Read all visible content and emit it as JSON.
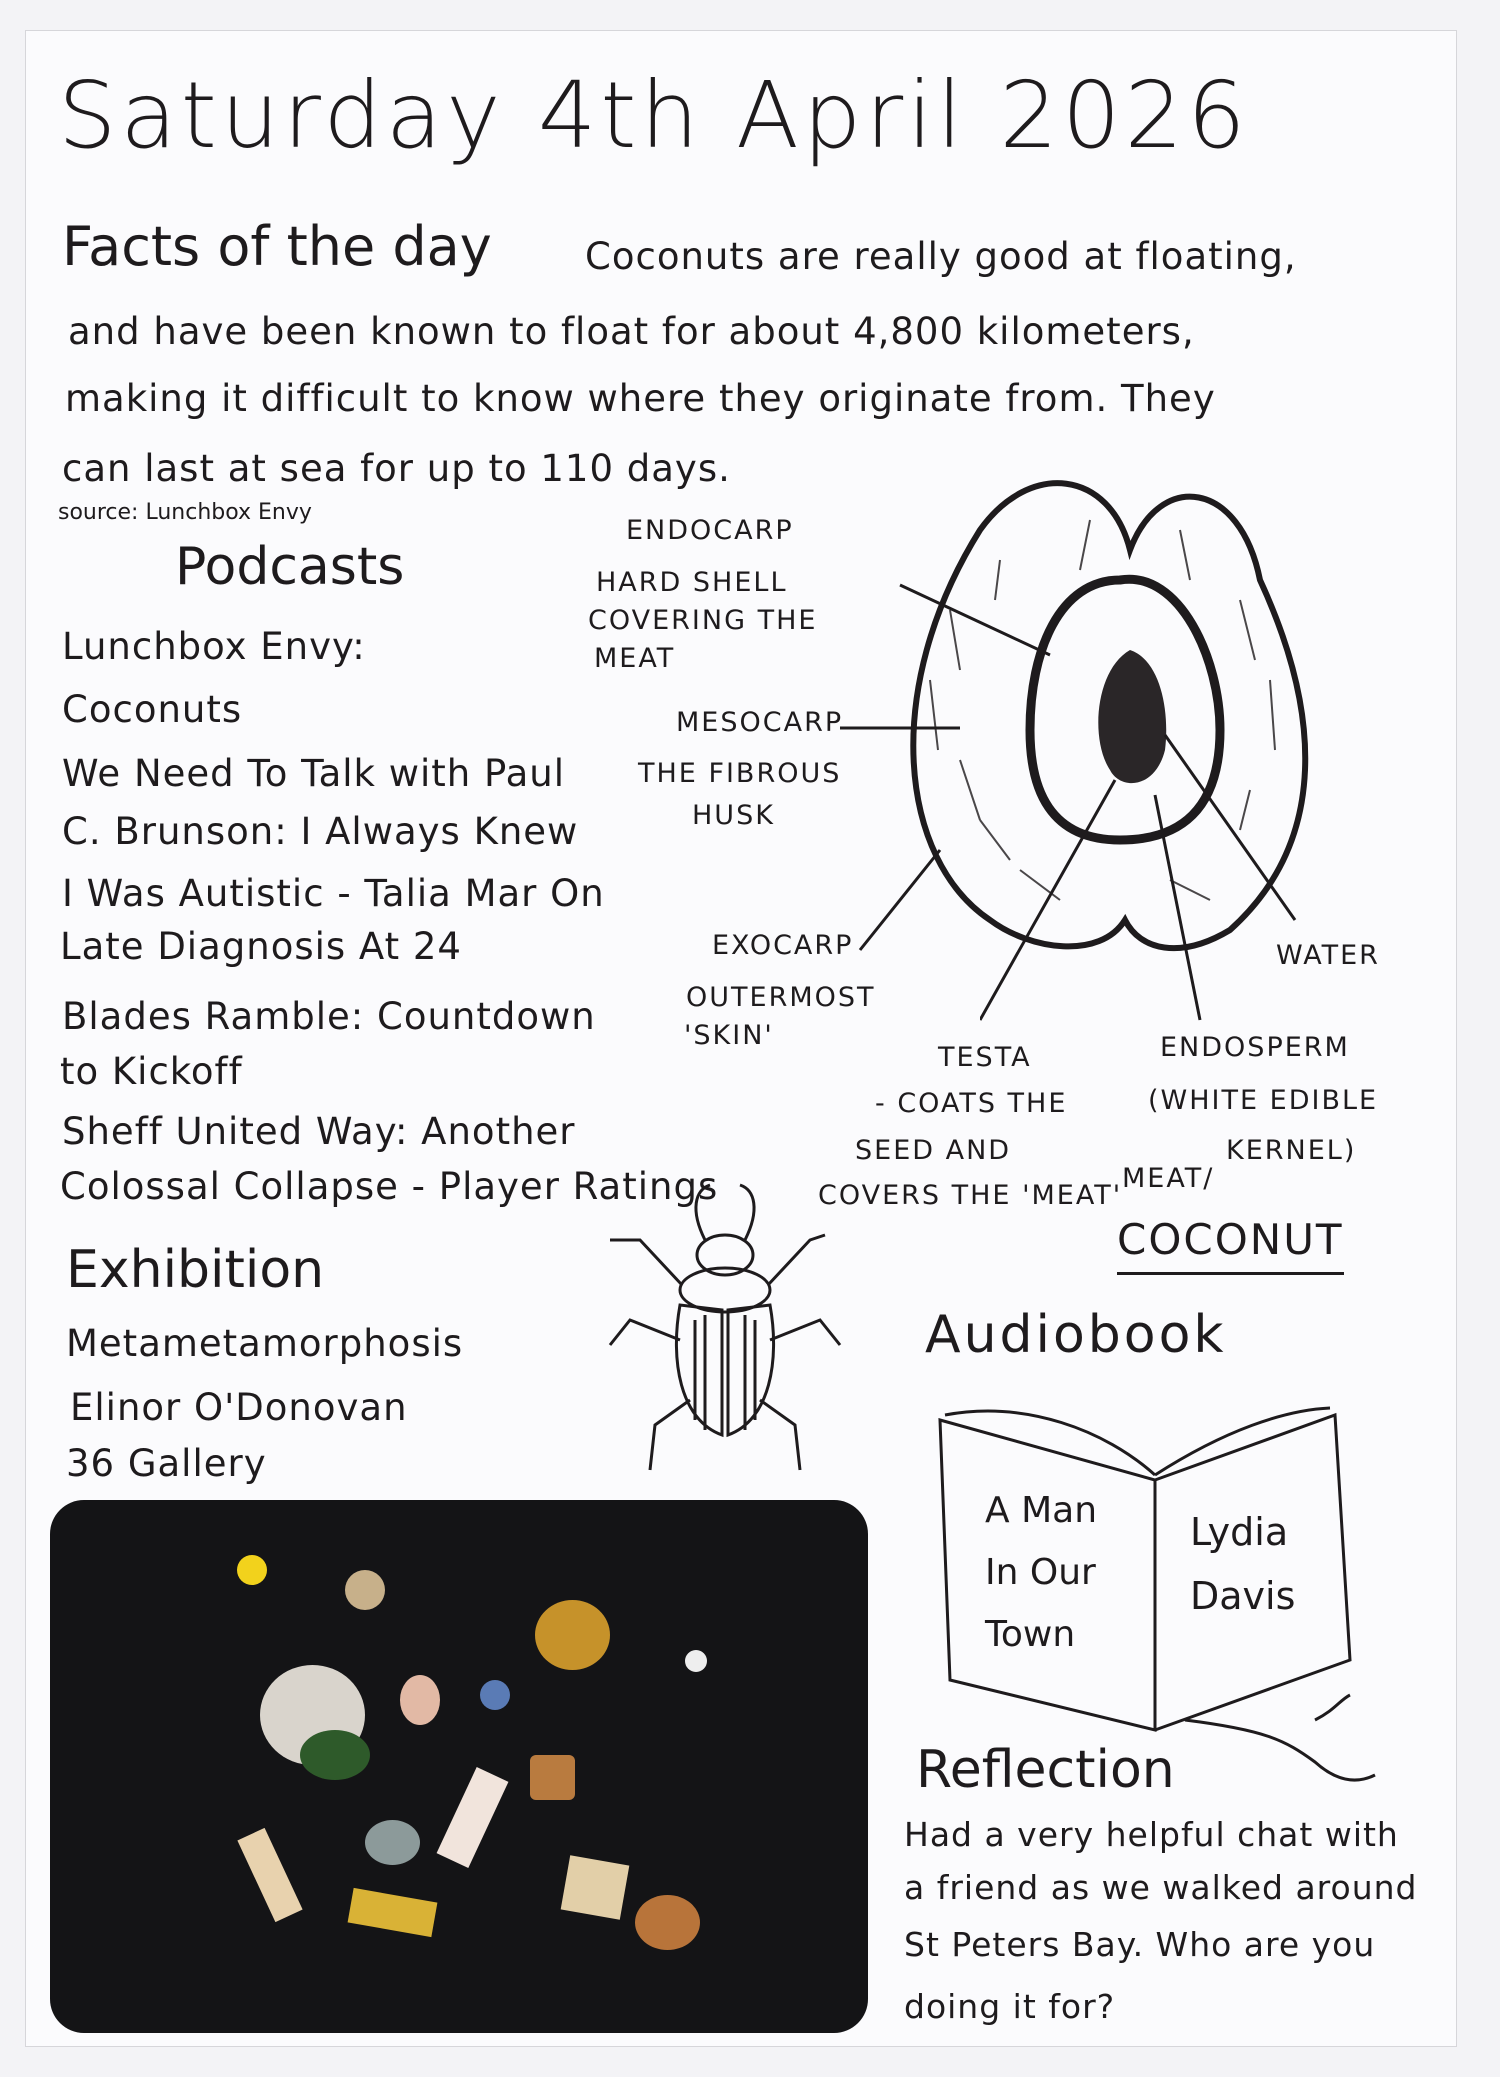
{
  "title": "Saturday 4th April 2026",
  "facts": {
    "heading": "Facts of the day",
    "lines": [
      "Coconuts are really good at floating,",
      "and have been known to float for about 4,800 kilometers,",
      "making it difficult to know where they originate from. They",
      "can last at sea for up to 110 days."
    ],
    "source": "source: Lunchbox Envy"
  },
  "podcasts": {
    "heading": "Podcasts",
    "lines": [
      "Lunchbox Envy:",
      "Coconuts",
      "We Need To Talk with Paul",
      "C. Brunson: I Always Knew",
      "I Was Autistic - Talia Mar On",
      "Late Diagnosis At 24",
      "Blades Ramble: Countdown",
      "to Kickoff",
      "Sheff United Way: Another",
      "Colossal Collapse - Player Ratings"
    ]
  },
  "exhibition": {
    "heading": "Exhibition",
    "lines": [
      "Metametamorphosis",
      "Elinor O'Donovan",
      "36 Gallery"
    ]
  },
  "coconut": {
    "title": "COCONUT",
    "labels": {
      "endocarp": [
        "ENDOCARP",
        "HARD SHELL",
        "COVERING THE",
        "MEAT"
      ],
      "mesocarp": [
        "MESOCARP",
        "THE FIBROUS",
        "HUSK"
      ],
      "exocarp": [
        "EXOCARP",
        "OUTERMOST",
        "'SKIN'"
      ],
      "testa": [
        "TESTA",
        "- COATS THE",
        "SEED AND",
        "COVERS THE 'MEAT'"
      ],
      "endosperm": [
        "ENDOSPERM",
        "(WHITE EDIBLE",
        "KERNEL)",
        "MEAT/"
      ],
      "water": "WATER"
    }
  },
  "audiobook": {
    "heading": "Audiobook",
    "title_lines": [
      "A Man",
      "In Our",
      "Town"
    ],
    "author_lines": [
      "Lydia",
      "Davis"
    ]
  },
  "reflection": {
    "heading": "Reflection",
    "lines": [
      "Had a very helpful chat with",
      "a friend as we walked around",
      "St Peters Bay. Who are you",
      "doing it for?"
    ]
  }
}
